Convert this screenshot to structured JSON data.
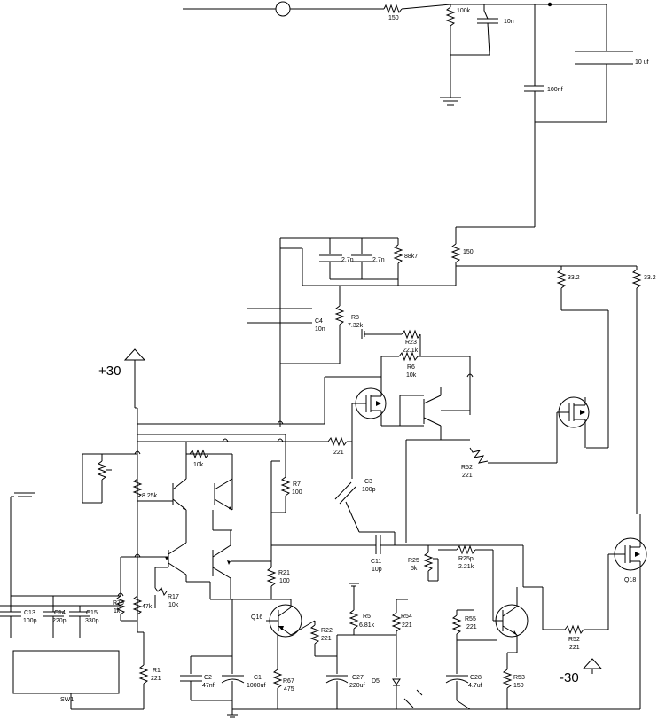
{
  "rails": {
    "positive": "+30",
    "negative": "-30"
  },
  "components": {
    "r_150_top": "150",
    "r_100k": "100k",
    "c_10n_top": "10n",
    "c_10uf": "10 uf",
    "c_100nf": "100nf",
    "c_2p7n_a": "2.7n",
    "c_2p7n_b": "2.7n",
    "r_88k7": "88k7",
    "r_150_mid": "150",
    "r_33p2_a": "33.2",
    "r_33p2_b": "33.2",
    "c4_name": "C4",
    "c4_val": "10n",
    "r8_name": "R8",
    "r8_val": "7.32k",
    "r23_name": "R23",
    "r23_val": "22.1k",
    "r6_name": "R6",
    "r6_val": "10k",
    "r_10k_mid": "10k",
    "r_221_mid": "221",
    "r52a_name": "R52",
    "r52a_val": "221",
    "r_8p25k": "8.25k",
    "r7_name": "R7",
    "r7_val": "100",
    "c3_name": "C3",
    "c3_val": "100p",
    "c11_name": "C11",
    "c11_val": "10p",
    "r25_name": "R25",
    "r25_val": "5k",
    "r25p_name": "R25p",
    "r25p_val": "2.21k",
    "q18": "Q18",
    "r21_name": "R21",
    "r21_val": "100",
    "c13_name": "C13",
    "c13_val": "100p",
    "c14_name": "C14",
    "c14_val": "220p",
    "c15_name": "C15",
    "c15_val": "330p",
    "r79_name": "R79",
    "r79_val": "1k",
    "r_47k": "47k",
    "r17_name": "R17",
    "r17_val": "10k",
    "q16": "Q16",
    "r22_name": "R22",
    "r22_val": "221",
    "r5_name": "R5",
    "r5_val": "6.81k",
    "r54_name": "R54",
    "r54_val": "221",
    "r55_name": "R55",
    "r55_val": "221",
    "r52b_name": "R52",
    "r52b_val": "221",
    "r1_name": "R1",
    "r1_val": "221",
    "c2_name": "C2",
    "c2_val": "47nf",
    "c1_name": "C1",
    "c1_val": "1000uf",
    "r67_name": "R67",
    "r67_val": "475",
    "c27_name": "C27",
    "c27_val": "220uf",
    "d5": "D5",
    "c28_name": "C28",
    "c28_val": "4.7uf",
    "r53_name": "R53",
    "r53_val": "150",
    "sw1": "SW1"
  }
}
